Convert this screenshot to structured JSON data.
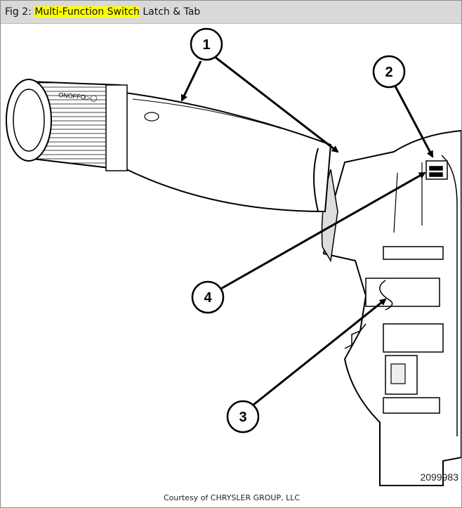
{
  "caption": {
    "prefix": "Fig 2: ",
    "highlight": "Multi-Function Switch",
    "suffix": " Latch & Tab",
    "highlight_color": "#ffff00"
  },
  "callouts": [
    "1",
    "2",
    "3",
    "4"
  ],
  "figure_id": "2099983",
  "credit": "Courtesy of CHRYSLER GROUP, LLC"
}
